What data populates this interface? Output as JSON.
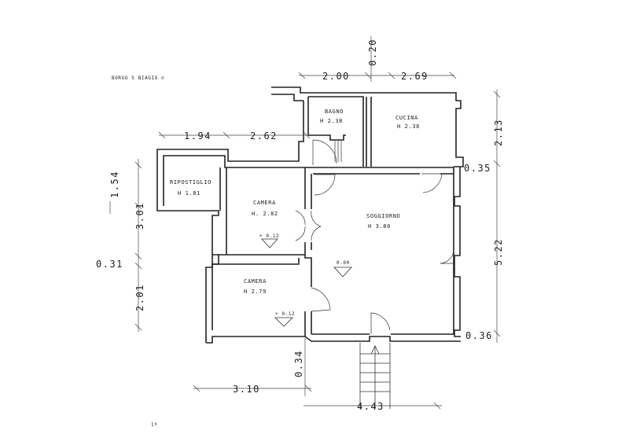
{
  "header": {
    "address": "BORGO S BIAGIO n"
  },
  "rooms": {
    "bagno": {
      "name": "BAGNO",
      "height": "H  2.38"
    },
    "cucina": {
      "name": "CUCINA",
      "height": "H  2.38"
    },
    "ripostiglio": {
      "name": "RIPOSTIGLIO",
      "height": "H  1.81"
    },
    "camera1": {
      "name": "CAMERA",
      "height": "H. 2.82"
    },
    "soggiorno": {
      "name": "SOGGIORNO",
      "height": "H  3.80"
    },
    "camera2": {
      "name": "CAMERA",
      "height": "H  2.79"
    }
  },
  "levels": {
    "camera1": "+ 0.12",
    "soggiorno": "0.00",
    "camera2": "+ 0.12"
  },
  "dimensions": {
    "top_left": "2.00",
    "top_right": "2.69",
    "top_vertical": "0.20",
    "mid_left": "1.94",
    "mid_right": "2.62",
    "right_upper": "2.13",
    "right_035": "0.35",
    "right_main": "5.22",
    "right_036": "0.36",
    "left_154": "1.54",
    "left_301": "3.01",
    "left_031": "0.31",
    "left_201": "2.01",
    "bottom_310": "3.10",
    "bottom_034": "0.34",
    "bottom_443": "4.43"
  },
  "page_mark": "1ª"
}
